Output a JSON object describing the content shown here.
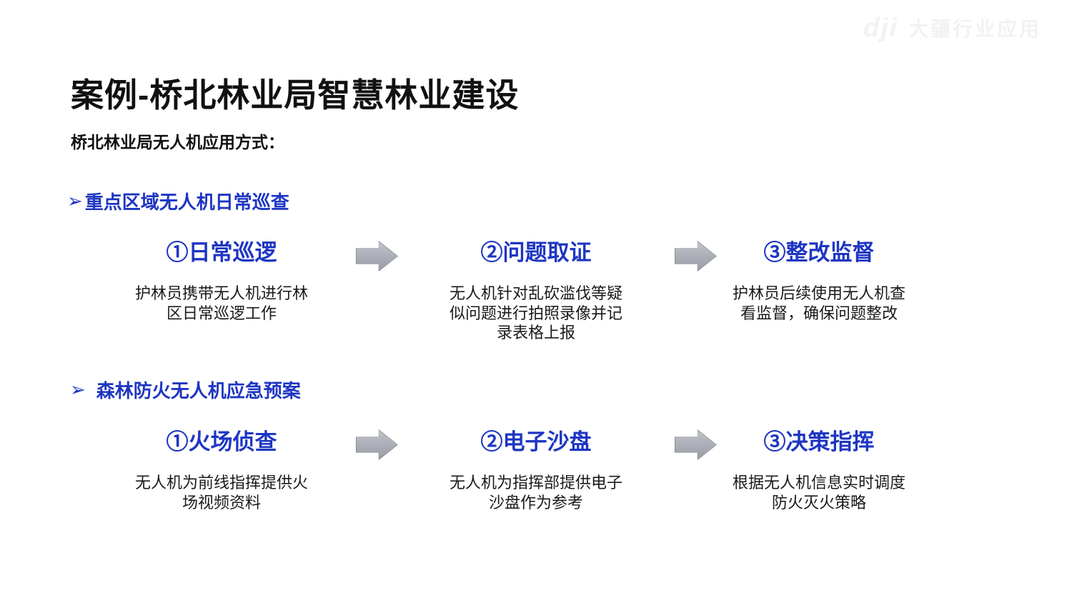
{
  "page": {
    "title": "案例-桥北林业局智慧林业建设",
    "subtitle": "桥北林业局无人机应用方式："
  },
  "logo": {
    "brand": "dji",
    "text": "大疆行业应用"
  },
  "colors": {
    "accent_blue": "#1e36c2",
    "text_black": "#111111",
    "arrow_gray_light": "#c1c4ca",
    "arrow_gray_dark": "#989ca5"
  },
  "sections": [
    {
      "bullet": "➢",
      "heading": "重点区域无人机日常巡查",
      "steps": [
        {
          "title": "①日常巡逻",
          "desc": "护林员携带无人机进行林区日常巡逻工作"
        },
        {
          "title": "②问题取证",
          "desc": "无人机针对乱砍滥伐等疑似问题进行拍照录像并记录表格上报"
        },
        {
          "title": "③整改监督",
          "desc": "护林员后续使用无人机查看监督，确保问题整改"
        }
      ]
    },
    {
      "bullet": "➢",
      "heading": "森林防火无人机应急预案",
      "steps": [
        {
          "title": "①火场侦查",
          "desc": "无人机为前线指挥提供火场视频资料"
        },
        {
          "title": "②电子沙盘",
          "desc": "无人机为指挥部提供电子沙盘作为参考"
        },
        {
          "title": "③决策指挥",
          "desc": "根据无人机信息实时调度防火灭火策略"
        }
      ]
    }
  ]
}
